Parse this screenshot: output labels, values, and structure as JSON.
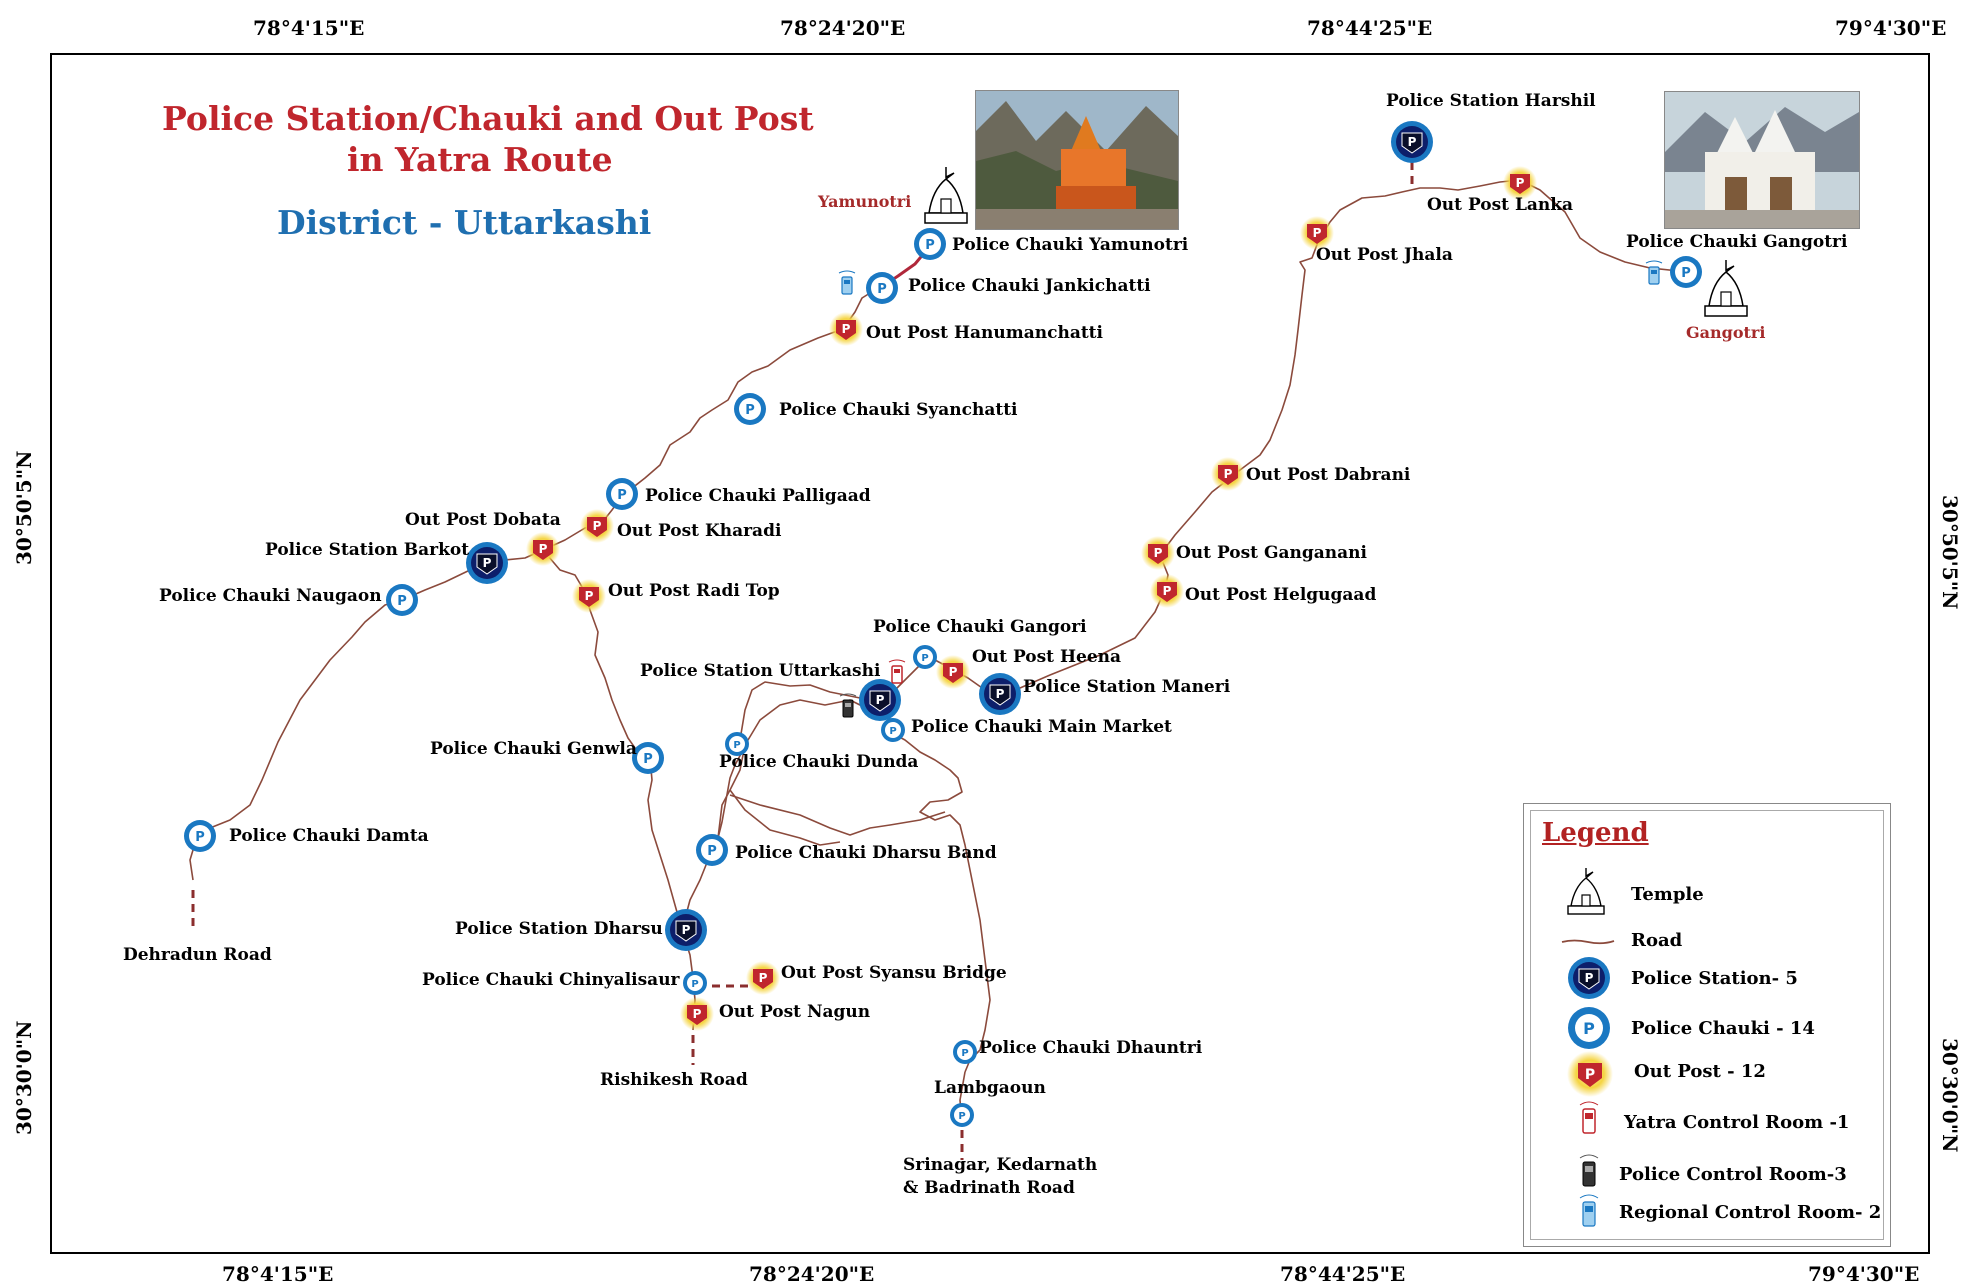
{
  "title": {
    "line1": "Police Station/Chauki and Out Post",
    "line2": "in Yatra Route",
    "district": "District - Uttarkashi"
  },
  "colors": {
    "title_red": "#c0262d",
    "district_blue": "#1f6fb0",
    "road": "#8b4a3c",
    "police_station": "#0d1f6b",
    "police_chauki": "#1a78c2",
    "out_post": "#c0262d",
    "out_post_glow": "#f5d442",
    "temple_label": "#a52a2a"
  },
  "coordinates": {
    "top": [
      "78°4'15\"E",
      "78°24'20\"E",
      "78°44'25\"E",
      "79°4'30\"E"
    ],
    "bottom": [
      "78°4'15\"E",
      "78°24'20\"E",
      "78°44'25\"E",
      "79°4'30\"E"
    ],
    "left": [
      "30°50'5\"N",
      "30°30'0\"N"
    ],
    "right": [
      "30°50'5\"N",
      "30°30'0\"N"
    ]
  },
  "temples": {
    "yamunotri": "Yamunotri",
    "gangotri": "Gangotri"
  },
  "road_ends": {
    "dehradun": "Dehradun Road",
    "rishikesh": "Rishikesh Road",
    "srinagar_line1": "Srinagar, Kedarnath",
    "srinagar_line2": "& Badrinath Road",
    "lambgaoun": "Lambgaoun"
  },
  "police_stations": {
    "harshil": "Police Station Harshil",
    "barkot": "Police Station Barkot",
    "uttarkashi": "Police Station Uttarkashi",
    "maneri": "Police Station Maneri",
    "dharsu": "Police Station Dharsu"
  },
  "police_chaukis": {
    "yamunotri": "Police Chauki Yamunotri",
    "jankichatti": "Police Chauki Jankichatti",
    "syanchatti": "Police Chauki Syanchatti",
    "palligaad": "Police Chauki Palligaad",
    "naugaon": "Police Chauki Naugaon",
    "gangori": "Police Chauki Gangori",
    "main_market": "Police Chauki Main Market",
    "dunda": "Police Chauki Dunda",
    "genwla": "Police Chauki Genwla",
    "damta": "Police Chauki Damta",
    "dharsu_band": "Police Chauki Dharsu Band",
    "chinyalisaur": "Police Chauki Chinyalisaur",
    "dhauntri": "Police Chauki Dhauntri",
    "gangotri": "Police Chauki Gangotri"
  },
  "out_posts": {
    "hanumanchatti": "Out Post Hanumanchatti",
    "dobata": "Out Post Dobata",
    "kharadi": "Out Post Kharadi",
    "radi_top": "Out Post Radi Top",
    "heena": "Out Post Heena",
    "syansu_bridge": "Out Post Syansu Bridge",
    "nagun": "Out Post Nagun",
    "jhala": "Out Post Jhala",
    "lanka": "Out Post Lanka",
    "dabrani": "Out Post Dabrani",
    "ganganani": "Out Post Ganganani",
    "helgugaad": "Out Post Helgugaad"
  },
  "legend": {
    "title": "Legend",
    "items": [
      {
        "icon": "temple-icon",
        "label": "Temple"
      },
      {
        "icon": "road-line",
        "label": "Road"
      },
      {
        "icon": "police-station-icon",
        "label": "Police Station- 5"
      },
      {
        "icon": "police-chauki-icon",
        "label": "Police Chauki - 14"
      },
      {
        "icon": "out-post-icon",
        "label": "Out Post - 12"
      },
      {
        "icon": "yatra-control-room-icon",
        "label": "Yatra Control Room -1"
      },
      {
        "icon": "police-control-room-icon",
        "label": "Police Control Room-3"
      },
      {
        "icon": "regional-control-room-icon",
        "label": "Regional  Control Room- 2"
      }
    ]
  }
}
